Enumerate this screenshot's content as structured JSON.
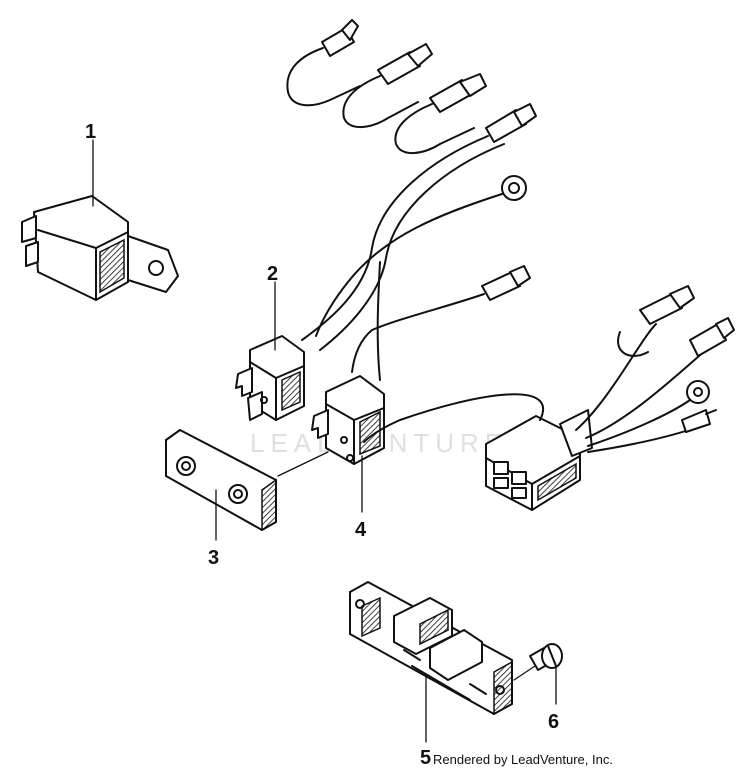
{
  "diagram": {
    "callouts": [
      {
        "id": "1",
        "label": "1"
      },
      {
        "id": "2",
        "label": "2"
      },
      {
        "id": "3",
        "label": "3"
      },
      {
        "id": "4",
        "label": "4"
      },
      {
        "id": "5",
        "label": "5"
      },
      {
        "id": "6",
        "label": "6"
      }
    ],
    "credit": "Rendered by LeadVenture, Inc.",
    "watermark": "LEADVENTURE"
  }
}
